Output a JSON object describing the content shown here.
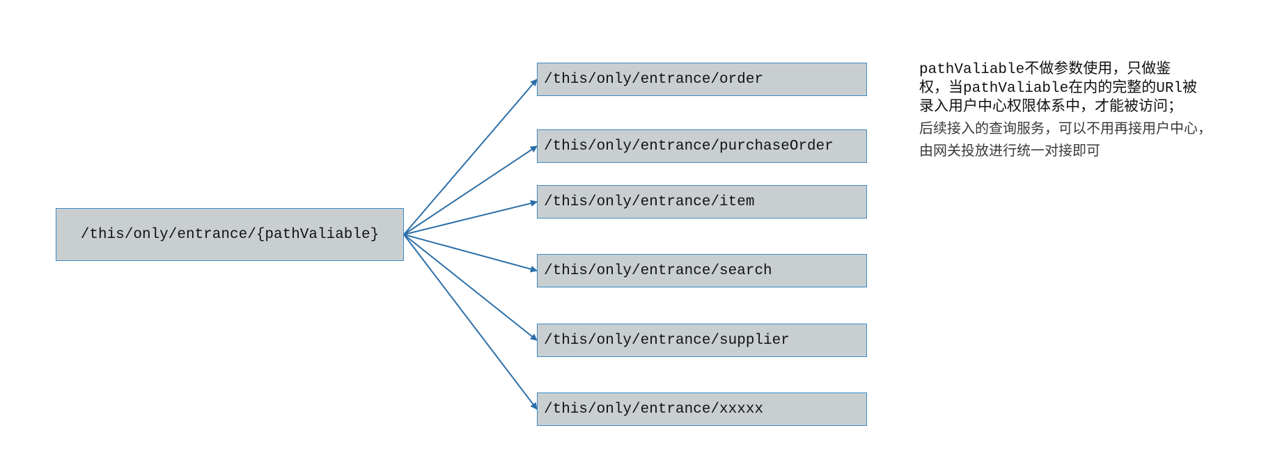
{
  "diagram": {
    "source_node": "/this/only/entrance/{pathValiable}",
    "target_nodes": [
      "/this/only/entrance/order",
      "/this/only/entrance/purchaseOrder",
      "/this/only/entrance/item",
      "/this/only/entrance/search",
      "/this/only/entrance/supplier",
      "/this/only/entrance/xxxxx"
    ],
    "note_primary": "pathValiable不做参数使用，只做鉴权，当pathValiable在内的完整的URl被录入用户中心权限体系中，才能被访问；",
    "note_secondary": "后续接入的查询服务，可以不用再接用户中心，由网关投放进行统一对接即可",
    "colors": {
      "node_fill": "#c9cfd0",
      "node_border": "#3b87c4",
      "arrow": "#2b6ea8"
    }
  }
}
